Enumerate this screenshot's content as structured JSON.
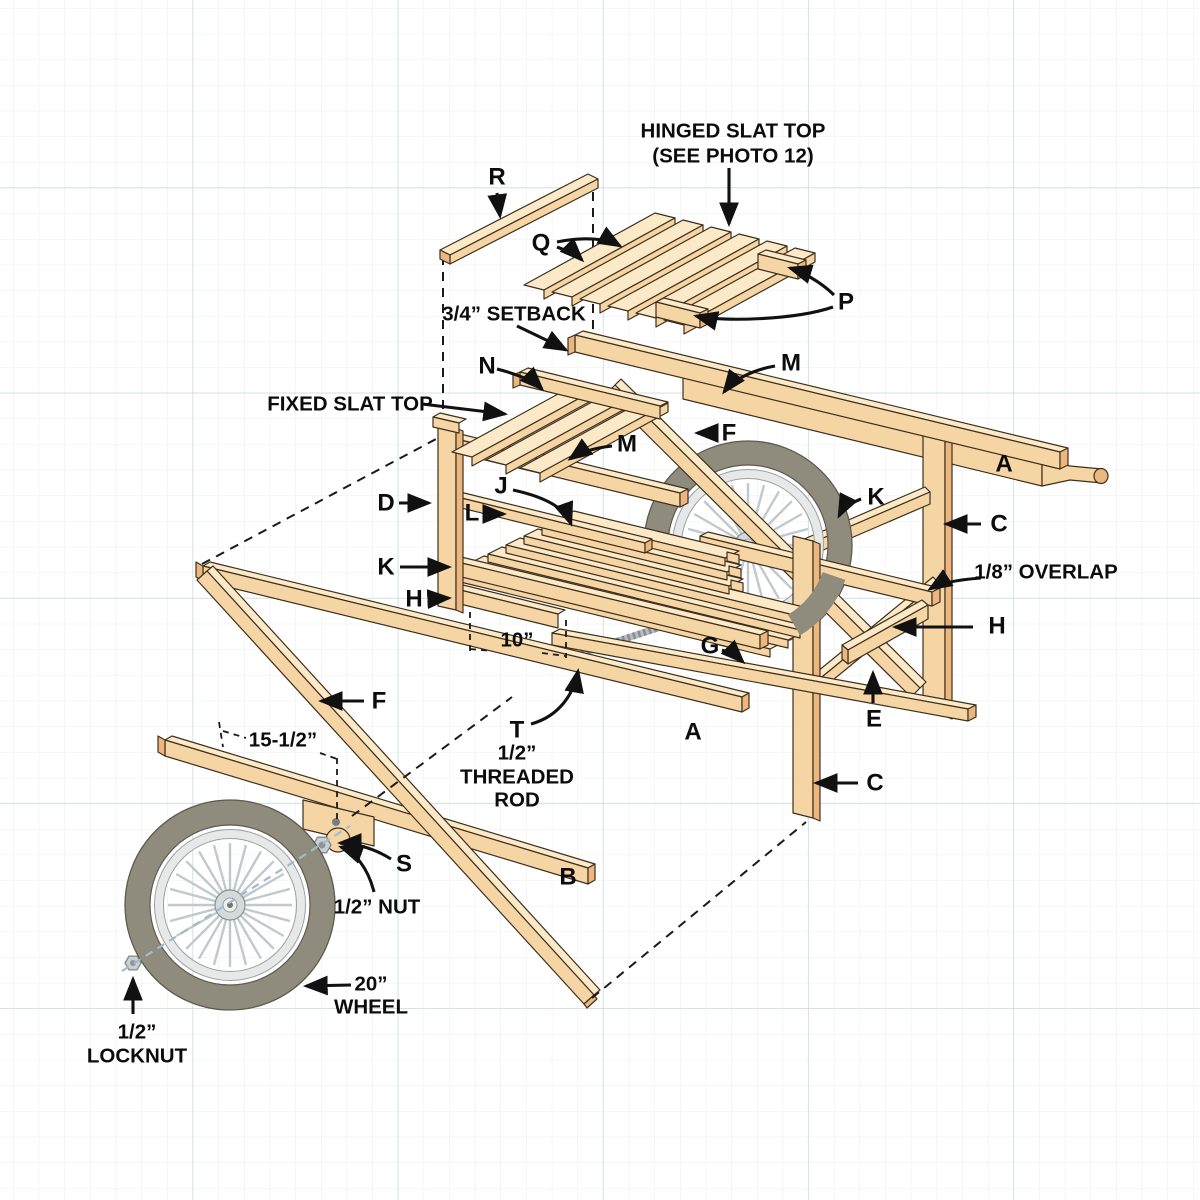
{
  "figure": {
    "type": "exploded-assembly-diagram",
    "subject": "Garden cart woodworking plan with lettered parts, slat tops and 20-inch spoked wheels"
  },
  "labels": {
    "A": "A",
    "B": "B",
    "C": "C",
    "D": "D",
    "E": "E",
    "F": "F",
    "G": "G",
    "H": "H",
    "J": "J",
    "K": "K",
    "L": "L",
    "M": "M",
    "N": "N",
    "P": "P",
    "Q": "Q",
    "R": "R",
    "S": "S",
    "T": "T"
  },
  "callouts": {
    "hinged_slat_top": {
      "line1": "HINGED SLAT TOP",
      "line2": "(SEE PHOTO 12)"
    },
    "setback": "3/4” SETBACK",
    "fixed_slat_top": "FIXED SLAT TOP",
    "overlap": "1/8” OVERLAP",
    "threaded_rod": {
      "line1": "1/2”",
      "line2": "THREADED",
      "line3": "ROD"
    },
    "half_nut": "1/2” NUT",
    "locknut": {
      "line1": "1/2”",
      "line2": "LOCKNUT"
    },
    "wheel": {
      "line1": "20”",
      "line2": "WHEEL"
    }
  },
  "dimensions": {
    "bed_spacing": "10”",
    "axle_rail": "15-1/2”"
  },
  "colors": {
    "wood_top": "#FBE9C8",
    "wood_face": "#F6D5A5",
    "wood_dark": "#EBB77E",
    "outline": "#3E2F1D",
    "tire": "#8F8C7D",
    "rim": "#E6E9E8",
    "metal": "#C9CFD2",
    "grid_minor": "#ededed",
    "grid_major": "#c6dad5",
    "annotation": "#111111",
    "axle_guide": "#9fbccb"
  }
}
